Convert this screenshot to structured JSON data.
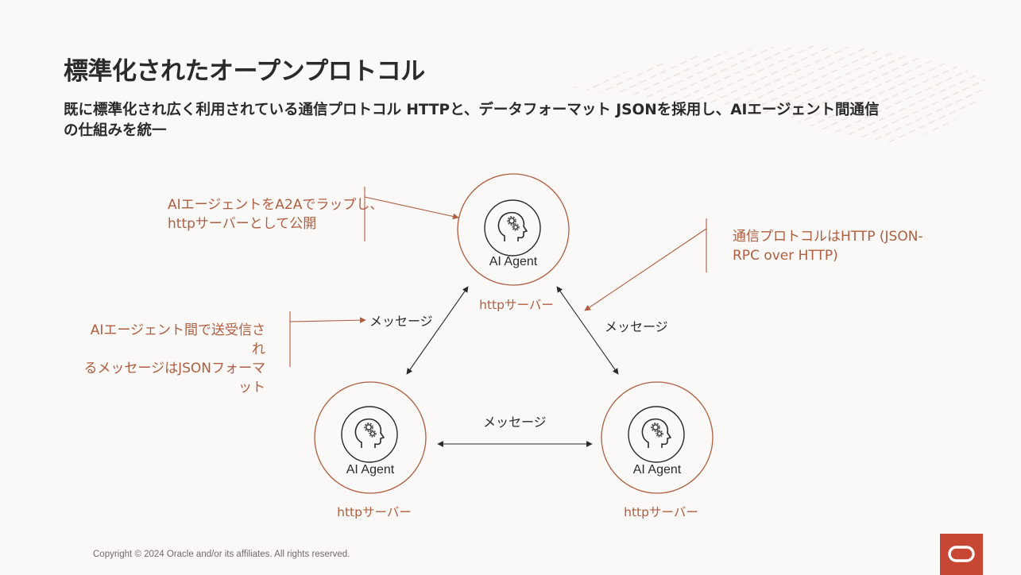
{
  "slide": {
    "title": "標準化されたオープンプロトコル",
    "subtitle": "既に標準化され広く利用されている通信プロトコル HTTPと、データフォーマット JSONを採用し、AIエージェント間通信の仕組みを統一",
    "copyright": "Copyright © 2024 Oracle and/or its affiliates. All rights reserved."
  },
  "annotations": {
    "wrap_line1": "AIエージェントをA2Aでラップし、",
    "wrap_line2": "httpサーバーとして公開",
    "protocol_line1": "通信プロトコルはHTTP (JSON-",
    "protocol_line2": "RPC over HTTP)",
    "format_line1": "AIエージェント間で送受信され",
    "format_line2": "るメッセージはJSONフォーマット"
  },
  "nodes": [
    {
      "label": "AI Agent",
      "server": "httpサーバー",
      "icon": "head-gears-icon"
    },
    {
      "label": "AI Agent",
      "server": "httpサーバー",
      "icon": "head-gears-icon"
    },
    {
      "label": "AI Agent",
      "server": "httpサーバー",
      "icon": "head-gears-icon"
    }
  ],
  "edges": {
    "left": "メッセージ",
    "right": "メッセージ",
    "bottom": "メッセージ"
  },
  "colors": {
    "accent": "#b05d3f",
    "text": "#2b2a28",
    "logo": "#c74634",
    "background": "#fbf9f8"
  },
  "logo": {
    "icon": "oracle-logo-icon"
  }
}
